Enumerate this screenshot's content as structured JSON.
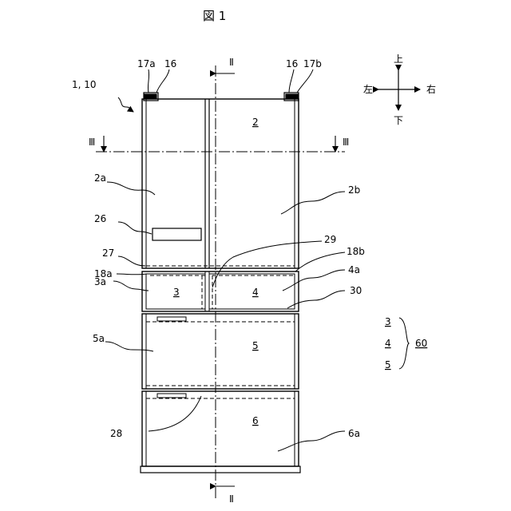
{
  "figure": {
    "title": "図 1"
  },
  "directions": {
    "up": "上",
    "down": "下",
    "left": "左",
    "right": "右"
  },
  "section_marks": {
    "vertical_top": "Ⅱ",
    "vertical_bottom": "Ⅱ",
    "horizontal_left": "Ⅲ",
    "horizontal_right": "Ⅲ"
  },
  "labels": {
    "ref_1_10": "1, 10",
    "ref_16_left": "16",
    "ref_16_right": "16",
    "ref_17a": "17a",
    "ref_17b": "17b",
    "ref_2": "2",
    "ref_2a": "2a",
    "ref_2b": "2b",
    "ref_26": "26",
    "ref_27": "27",
    "ref_29": "29",
    "ref_18a": "18a",
    "ref_18b": "18b",
    "ref_3a": "3a",
    "ref_3": "3",
    "ref_4": "4",
    "ref_4a": "4a",
    "ref_30": "30",
    "ref_5a": "5a",
    "ref_5": "5",
    "ref_28": "28",
    "ref_6": "6",
    "ref_6a": "6a"
  },
  "group_bracket": {
    "items": [
      "3",
      "4",
      "5"
    ],
    "label": "60"
  },
  "colors": {
    "line": "#000000",
    "background": "#ffffff"
  }
}
